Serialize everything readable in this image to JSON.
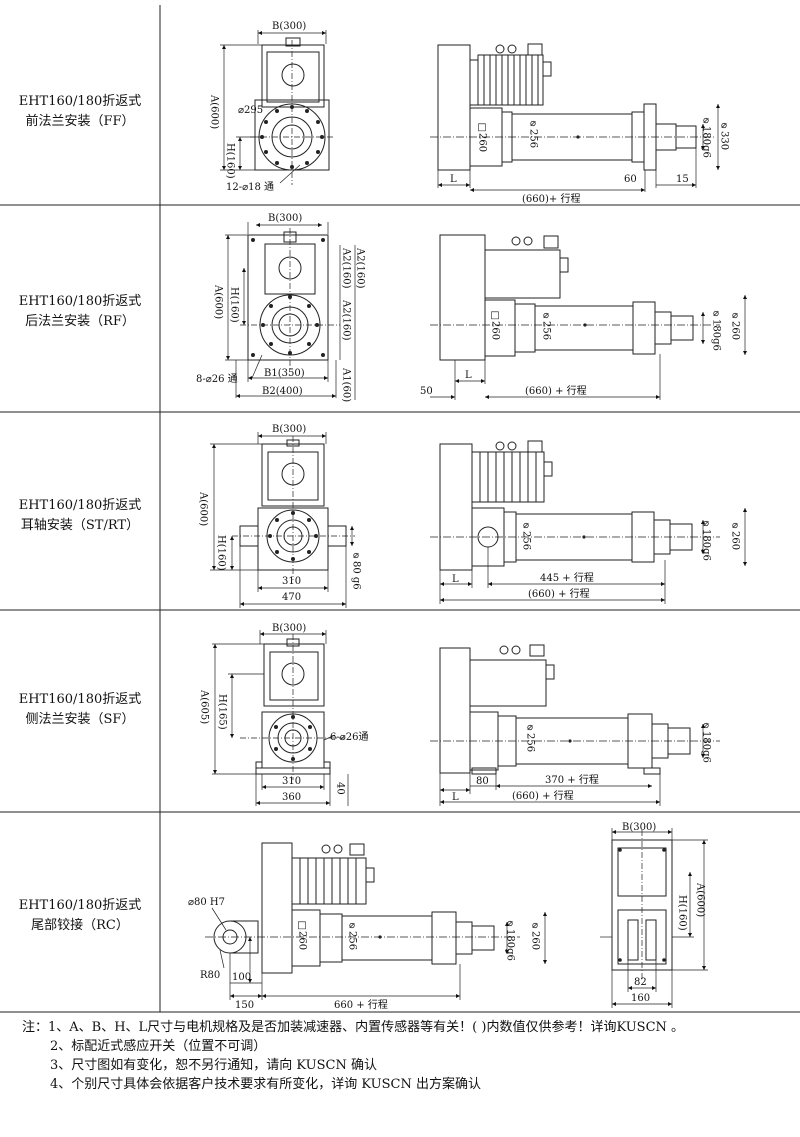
{
  "rows": [
    {
      "label_model": "EHT160/180折返式",
      "label_mount": "前法兰安装（FF）",
      "front": {
        "B": "B(300)",
        "A": "A(600)",
        "H": "H(160)",
        "d1": "⌀295",
        "holes": "12-⌀18 通"
      },
      "side": {
        "sq": "□260",
        "d1": "⌀256",
        "d2": "⌀180g6",
        "d3": "⌀330",
        "L": "L",
        "stroke": "(660)+ 行程",
        "a": "60",
        "b": "15"
      }
    },
    {
      "label_model": "EHT160/180折返式",
      "label_mount": "后法兰安装（RF）",
      "front": {
        "B": "B(300)",
        "A": "A(600)",
        "H": "H(160)",
        "A2a": "A2(160)",
        "A2b": "A2(160)",
        "A2c": "A2(160)",
        "B1": "B1(350)",
        "B2": "B2(400)",
        "A1": "A1(60)",
        "holes": "8-⌀26 通"
      },
      "side": {
        "sq": "□260",
        "d1": "⌀256",
        "d2": "⌀180g6",
        "d3": "⌀260",
        "L": "L",
        "stroke": "(660) + 行程",
        "a": "50"
      }
    },
    {
      "label_model": "EHT160/180折返式",
      "label_mount": "耳轴安装（ST/RT）",
      "front": {
        "B": "B(300)",
        "A": "A(600)",
        "H": "H(160)",
        "dg": "⌀80 g6",
        "w1": "310",
        "w2": "470"
      },
      "side": {
        "d1": "⌀256",
        "d2": "⌀180g6",
        "d3": "⌀260",
        "L": "L",
        "stroke1": "445 + 行程",
        "stroke2": "(660) + 行程"
      }
    },
    {
      "label_model": "EHT160/180折返式",
      "label_mount": "侧法兰安装（SF）",
      "front": {
        "B": "B(300)",
        "A": "A(605)",
        "H": "H(165)",
        "holes": "6-⌀26通",
        "w1": "310",
        "w2": "360",
        "h1": "40"
      },
      "side": {
        "d1": "⌀256",
        "d2": "⌀180g6",
        "L": "L",
        "a": "80",
        "stroke1": "370 + 行程",
        "stroke2": "(660) + 行程"
      }
    },
    {
      "label_model": "EHT160/180折返式",
      "label_mount": "尾部铰接（RC）",
      "side": {
        "pin": "⌀80 H7",
        "R": "R80",
        "h": "100",
        "a": "150",
        "sq": "□260",
        "d1": "⌀256",
        "d2": "⌀180g6",
        "d3": "⌀260",
        "stroke": "660 + 行程"
      },
      "front": {
        "B": "B(300)",
        "H": "H(160)",
        "A": "A(600)",
        "w1": "82",
        "w2": "160"
      }
    }
  ],
  "notes": [
    "注：1、A、B、H、L尺寸与电机规格及是否加装减速器、内置传感器等有关！( )内数值仅供参考！详询KUSCN 。",
    "2、标配近式感应开关（位置不可调）",
    "3、尺寸图如有变化，恕不另行通知，请向 KUSCN 确认",
    "4、个别尺寸具体会依据客户技术要求有所变化，详询 KUSCN 出方案确认"
  ]
}
